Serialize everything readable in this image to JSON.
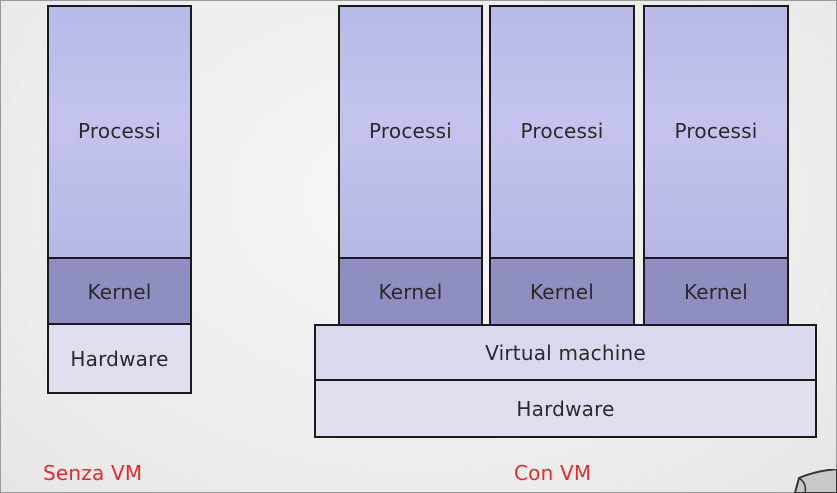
{
  "left_stack": {
    "processes": "Processi",
    "kernel": "Kernel",
    "hardware": "Hardware"
  },
  "right_stack": {
    "guests": [
      {
        "processes": "Processi",
        "kernel": "Kernel"
      },
      {
        "processes": "Processi",
        "kernel": "Kernel"
      },
      {
        "processes": "Processi",
        "kernel": "Kernel"
      }
    ],
    "virtual_machine": "Virtual machine",
    "hardware": "Hardware"
  },
  "captions": {
    "without_vm": "Senza VM",
    "with_vm": "Con VM"
  },
  "colors": {
    "processes_fill": "#bdbdec",
    "kernel_fill": "#8e8ec0",
    "hardware_fill": "#dedeef",
    "caption_red": "#e22b2b",
    "border": "#1a1a1a"
  }
}
